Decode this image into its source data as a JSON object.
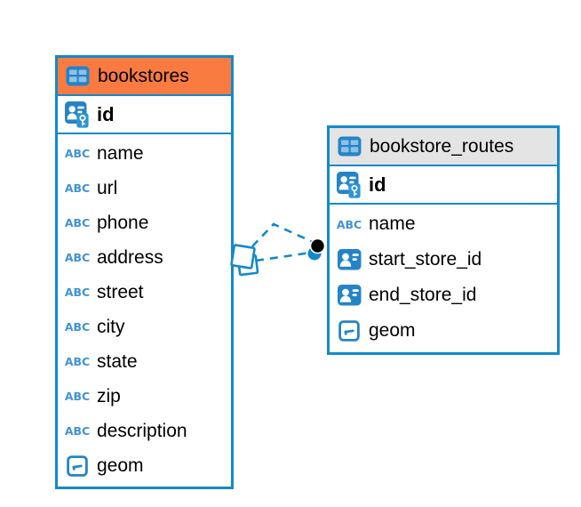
{
  "colors": {
    "border_blue": "#1389CB",
    "header_orange": "#F97B42",
    "header_gray": "#E4E4E4",
    "icon_blue": "#2584C8",
    "icon_blue_light": "#8FC1E6",
    "icon_badge_blue": "#2D95D3",
    "abc_blue": "#4193D2",
    "text_color": "#000000",
    "dot_black": "#000000"
  },
  "icons": {
    "text_type_label": "ABC"
  },
  "tables": [
    {
      "name": "bookstores",
      "header_style": "orange",
      "columns": [
        {
          "name": "id",
          "type": "primary-key"
        },
        {
          "name": "name",
          "type": "text"
        },
        {
          "name": "url",
          "type": "text"
        },
        {
          "name": "phone",
          "type": "text"
        },
        {
          "name": "address",
          "type": "text"
        },
        {
          "name": "street",
          "type": "text"
        },
        {
          "name": "city",
          "type": "text"
        },
        {
          "name": "state",
          "type": "text"
        },
        {
          "name": "zip",
          "type": "text"
        },
        {
          "name": "description",
          "type": "text"
        },
        {
          "name": "geom",
          "type": "geometry"
        }
      ]
    },
    {
      "name": "bookstore_routes",
      "header_style": "gray",
      "columns": [
        {
          "name": "id",
          "type": "primary-key"
        },
        {
          "name": "name",
          "type": "text"
        },
        {
          "name": "start_store_id",
          "type": "foreign-key"
        },
        {
          "name": "end_store_id",
          "type": "foreign-key"
        },
        {
          "name": "geom",
          "type": "geometry"
        }
      ]
    }
  ],
  "relationships": [
    {
      "from_table": "bookstores",
      "to_table": "bookstore_routes",
      "line_style": "dashed"
    },
    {
      "from_table": "bookstores",
      "to_table": "bookstore_routes",
      "line_style": "dashed"
    }
  ]
}
